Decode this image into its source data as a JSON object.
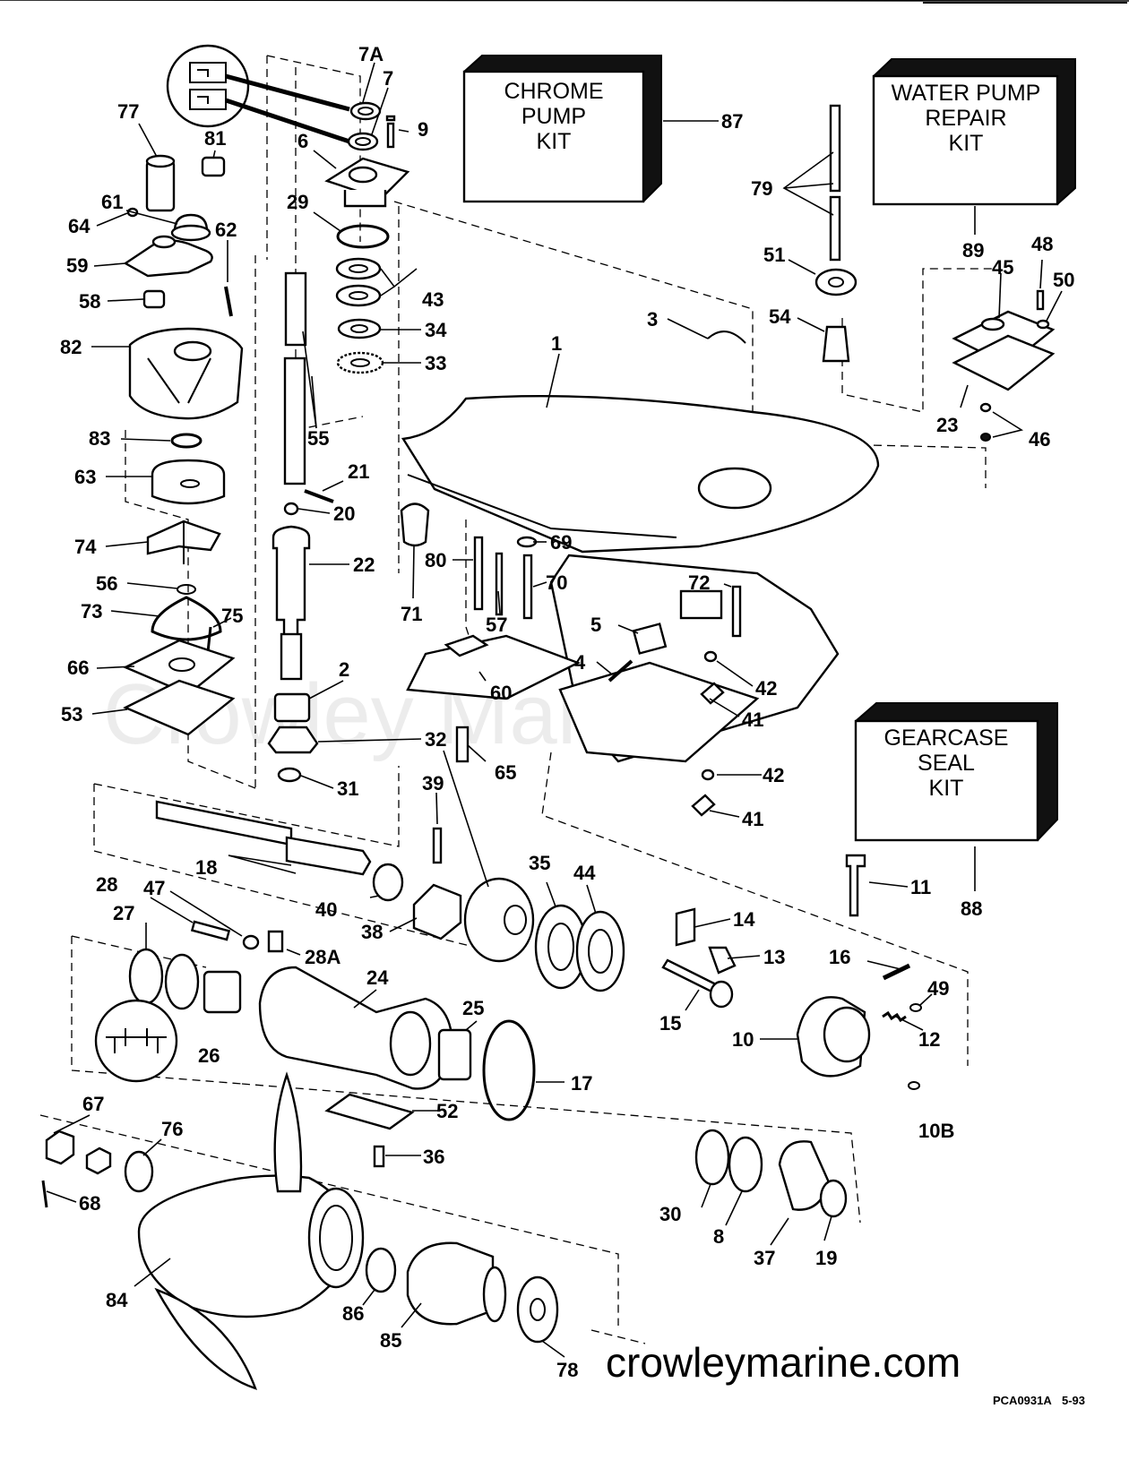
{
  "kits": {
    "chrome_pump": [
      "CHROME",
      "PUMP",
      "KIT"
    ],
    "water_pump_repair": [
      "WATER PUMP",
      "REPAIR",
      "KIT"
    ],
    "gearcase_seal": [
      "GEARCASE",
      "SEAL",
      "KIT"
    ]
  },
  "watermark": "Crowley Marine",
  "website": "crowleymarine.com",
  "diagram_code": "PCA0931A",
  "diagram_date": "5-93",
  "labels": {
    "l1": "1",
    "l2": "2",
    "l3": "3",
    "l4": "4",
    "l5": "5",
    "l6": "6",
    "l7": "7",
    "l7a": "7A",
    "l8": "8",
    "l9": "9",
    "l10": "10",
    "l10b": "10B",
    "l11": "11",
    "l12": "12",
    "l13": "13",
    "l14": "14",
    "l15": "15",
    "l16": "16",
    "l17": "17",
    "l18": "18",
    "l19": "19",
    "l20": "20",
    "l21": "21",
    "l22": "22",
    "l23": "23",
    "l24": "24",
    "l25": "25",
    "l26": "26",
    "l27": "27",
    "l28": "28",
    "l28a": "28A",
    "l29": "29",
    "l30": "30",
    "l31": "31",
    "l32": "32",
    "l33": "33",
    "l34": "34",
    "l35": "35",
    "l36": "36",
    "l37": "37",
    "l38": "38",
    "l39": "39",
    "l40": "40",
    "l41a": "41",
    "l41b": "41",
    "l42a": "42",
    "l42b": "42",
    "l43": "43",
    "l44": "44",
    "l45": "45",
    "l46": "46",
    "l47": "47",
    "l48": "48",
    "l50": "50",
    "l49": "49",
    "l51": "51",
    "l52": "52",
    "l53": "53",
    "l54": "54",
    "l55": "55",
    "l56": "56",
    "l57": "57",
    "l58": "58",
    "l59": "59",
    "l60": "60",
    "l61": "61",
    "l62": "62",
    "l63": "63",
    "l64": "64",
    "l65": "65",
    "l66": "66",
    "l67": "67",
    "l68": "68",
    "l69": "69",
    "l70": "70",
    "l71": "71",
    "l72": "72",
    "l73": "73",
    "l74": "74",
    "l75": "75",
    "l76": "76",
    "l77": "77",
    "l78": "78",
    "l79": "79",
    "l80": "80",
    "l81": "81",
    "l82": "82",
    "l83": "83",
    "l84": "84",
    "l85": "85",
    "l86": "86",
    "l87": "87",
    "l88": "88",
    "l89": "89"
  }
}
